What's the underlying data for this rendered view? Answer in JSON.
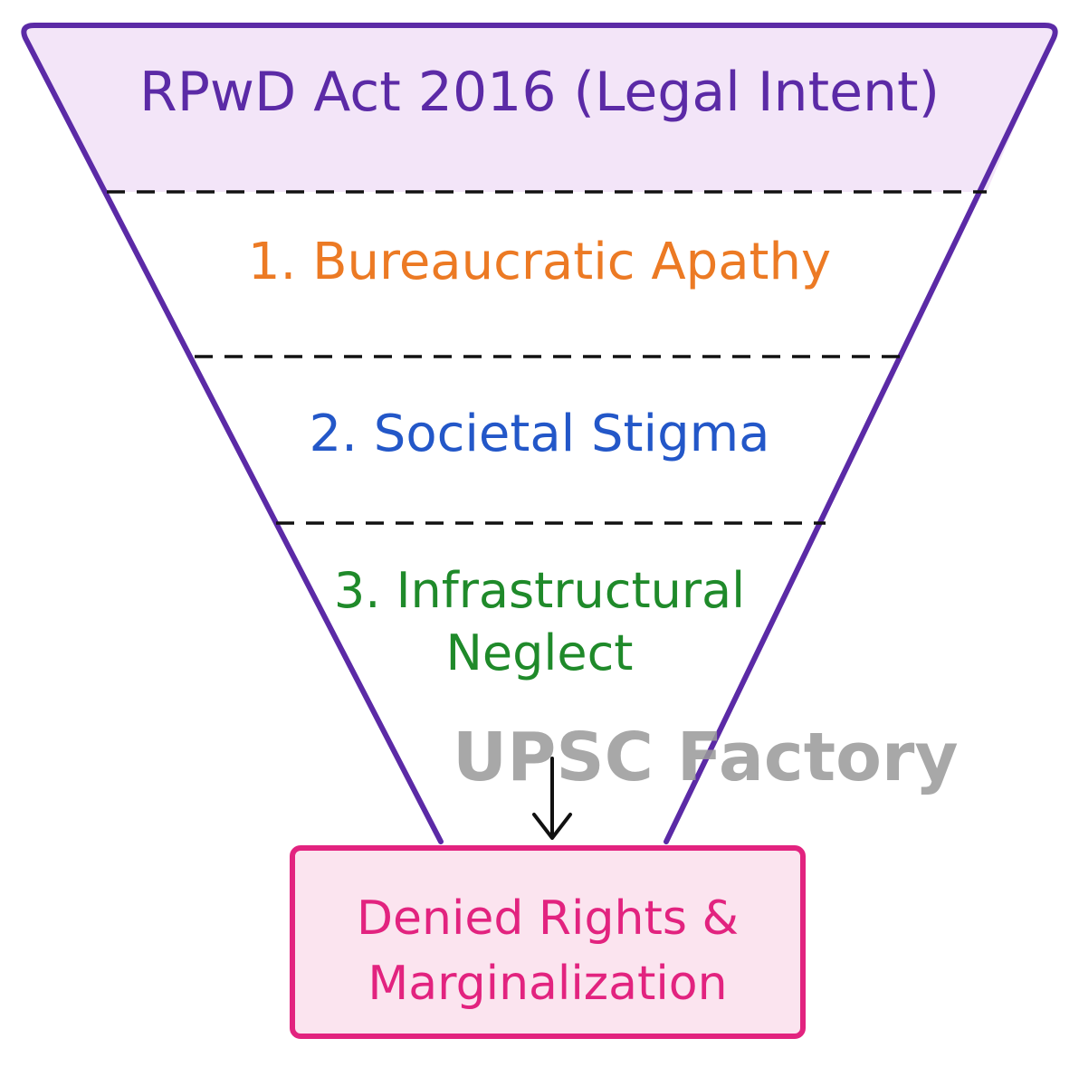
{
  "diagram": {
    "title": "RPwD Act 2016 (Legal Intent)",
    "layers": [
      {
        "number": "1.",
        "label": "Bureaucratic Apathy",
        "color": "#ec7a24"
      },
      {
        "number": "2.",
        "label": "Societal Stigma",
        "color": "#2357c8"
      },
      {
        "number": "3.",
        "label_line1": "Infrastructural",
        "label_line2": "Neglect",
        "color": "#1f8a2a"
      }
    ],
    "outcome": {
      "line1": "Denied Rights &",
      "line2": "Marginalization",
      "color": "#e2237f",
      "fill": "#fbe4ef"
    },
    "funnel": {
      "stroke_color": "#5b2aa6",
      "top_fill": "#f3e5f8",
      "divider_style": "dashed"
    },
    "arrow": {
      "direction": "down",
      "icon": "down-arrow-icon"
    },
    "watermark": "UPSC Factory"
  }
}
